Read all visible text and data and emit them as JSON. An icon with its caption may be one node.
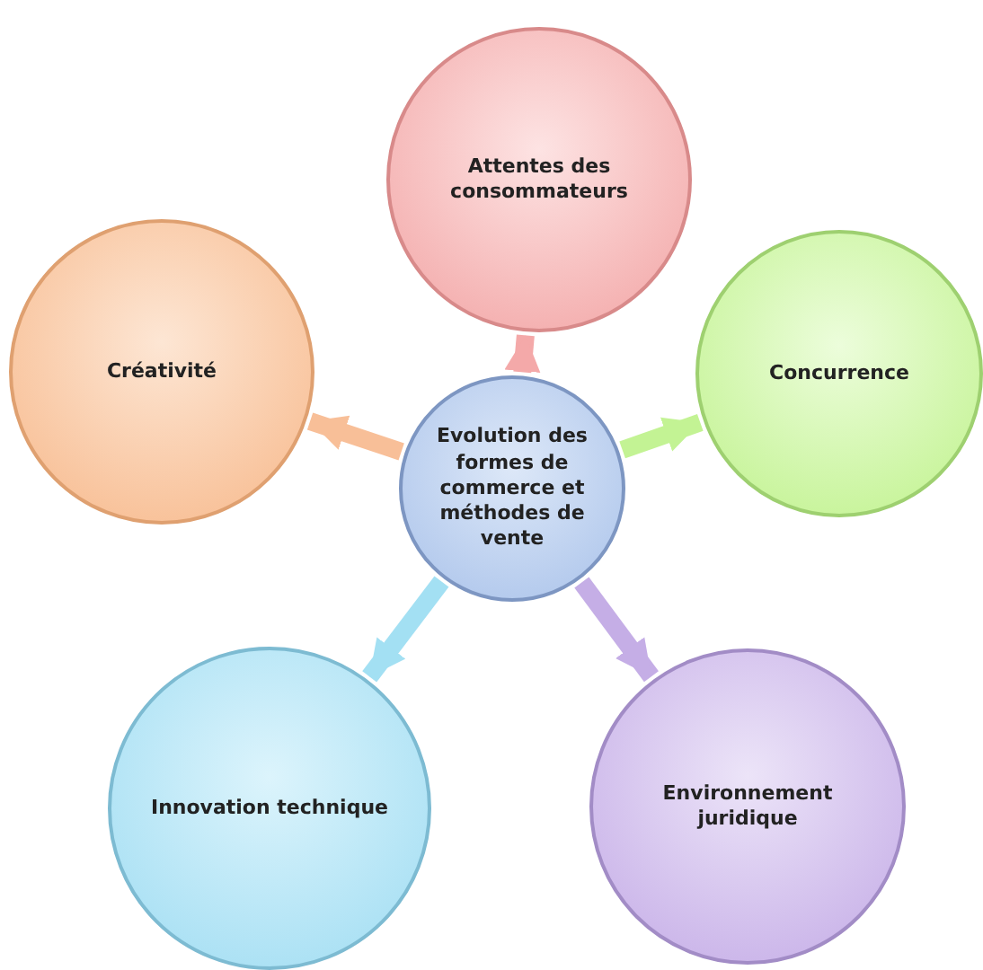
{
  "diagram": {
    "nodes": [
      {
        "text": [
          "Attentes des consommateurs"
        ]
      },
      {
        "text": [
          "Créativité"
        ]
      },
      {
        "text": [
          "Evolution des formes de commerce et méthodes de vente"
        ]
      },
      {
        "text": [
          "Concurrence"
        ]
      },
      {
        "text": [
          "Innovation technique"
        ]
      },
      {
        "text": [
          "Environnement juridique"
        ]
      }
    ],
    "edges": [
      {
        "from": 2,
        "to": 0,
        "arrow": "to",
        "color": "#f4a9a9"
      },
      {
        "from": 2,
        "to": 1,
        "arrow": "to",
        "color": "#f8bf98"
      },
      {
        "from": 2,
        "to": 3,
        "arrow": "to",
        "color": "#c3f394"
      },
      {
        "from": 2,
        "to": 4,
        "arrow": "to",
        "color": "#a3e0f3"
      },
      {
        "from": 2,
        "to": 5,
        "arrow": "to",
        "color": "#c5aee6"
      }
    ]
  }
}
